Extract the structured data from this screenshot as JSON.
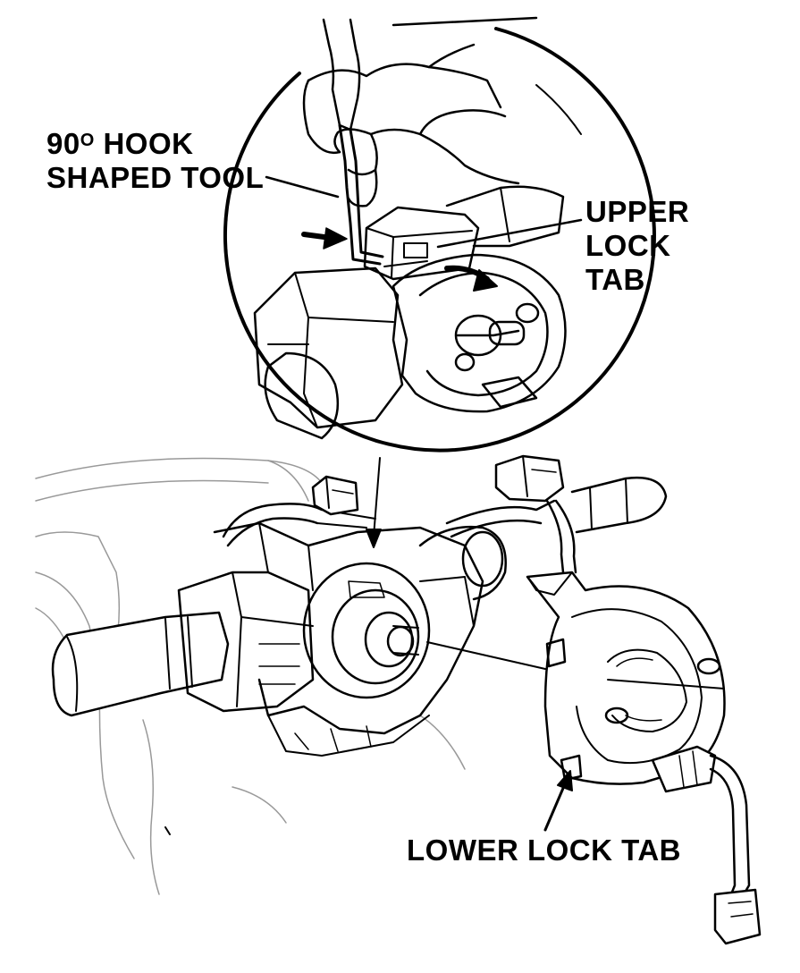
{
  "callouts": {
    "hook_tool": {
      "line1_prefix": "90",
      "degree": "O",
      "line1_suffix": " HOOK",
      "line2": "SHAPED TOOL"
    },
    "upper_lock_tab": {
      "line1": "UPPER",
      "line2": "LOCK",
      "line3": "TAB"
    },
    "lower_lock_tab": {
      "line1": "LOWER LOCK TAB"
    }
  },
  "colors": {
    "ink": "#000000",
    "paper": "#ffffff",
    "shade": "#e6e6e6"
  }
}
